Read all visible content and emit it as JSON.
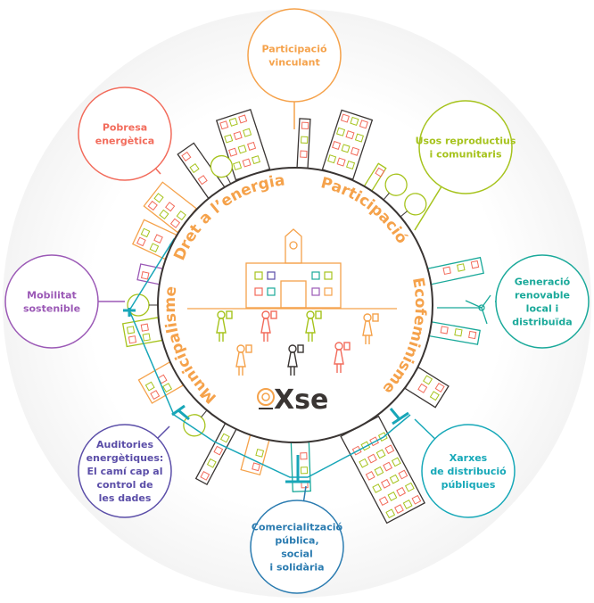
{
  "center": {
    "arc_labels": [
      "Municipalisme",
      "Dret a l’energia",
      "Participació",
      "Ecofeminisme"
    ],
    "logo_text": "Xse"
  },
  "bubbles": [
    {
      "id": "participacio-vinculant",
      "lines": [
        "Participació",
        "vinculant"
      ],
      "color": "#f5a24b"
    },
    {
      "id": "pobresa-energetica",
      "lines": [
        "Pobresa",
        "energètica"
      ],
      "color": "#f26b5b"
    },
    {
      "id": "usos-reproductius",
      "lines": [
        "Usos reproductius",
        "i comunitaris"
      ],
      "color": "#a6c31d"
    },
    {
      "id": "mobilitat-sostenible",
      "lines": [
        "Mobilitat",
        "sostenible"
      ],
      "color": "#9b59b6"
    },
    {
      "id": "generacio-renovable",
      "lines": [
        "Generació",
        "renovable",
        "local i",
        "distribuïda"
      ],
      "color": "#1aa99a"
    },
    {
      "id": "auditories-energetiques",
      "lines": [
        "Auditories",
        "energètiques:",
        "El camí cap al",
        "control de",
        "les dades"
      ],
      "color": "#5b4ea8"
    },
    {
      "id": "xarxes-distribucio",
      "lines": [
        "Xarxes",
        "de distribució",
        "públiques"
      ],
      "color": "#16a8b8"
    },
    {
      "id": "comercialitzacio",
      "lines": [
        "Comercialització",
        "pública,",
        "social",
        "i solidària"
      ],
      "color": "#2a7bb0"
    }
  ],
  "colors": {
    "orange": "#f5a24b",
    "grid": "#17a6b8",
    "dark": "#3a3533"
  }
}
